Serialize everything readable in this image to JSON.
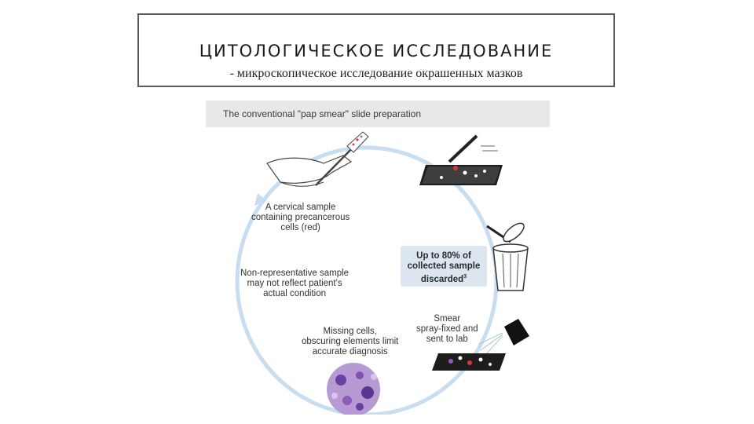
{
  "slide": {
    "title": "ЦИТОЛОГИЧЕСКОЕ ИССЛЕДОВАНИЕ",
    "subtitle": "- микроскопическое исследование окрашенных мазков"
  },
  "figure": {
    "header": "The conventional \"pap smear\" slide preparation",
    "label_sample": [
      "A cervical sample",
      "containing precancerous",
      "cells (red)"
    ],
    "label_nonrep": [
      "Non-representative sample",
      "may not reflect patient's",
      "actual condition"
    ],
    "label_missing": [
      "Missing cells,",
      "obscuring elements limit",
      "accurate diagnosis"
    ],
    "label_smear": [
      "Smear",
      "spray-fixed and",
      "sent to lab"
    ],
    "callout": [
      "Up to 80% of",
      "collected sample",
      "discarded"
    ],
    "callout_footnote": "3",
    "colors": {
      "cycle": "#c8def0",
      "callout_bg": "#dbe6f1",
      "cell_red": "#d23a3a",
      "cell_purple": "#8e5bb8"
    },
    "icons": [
      "hand-with-brush-icon",
      "slide-smear-icon",
      "trash-can-icon",
      "spray-fix-icon",
      "microscope-view-icon"
    ]
  }
}
